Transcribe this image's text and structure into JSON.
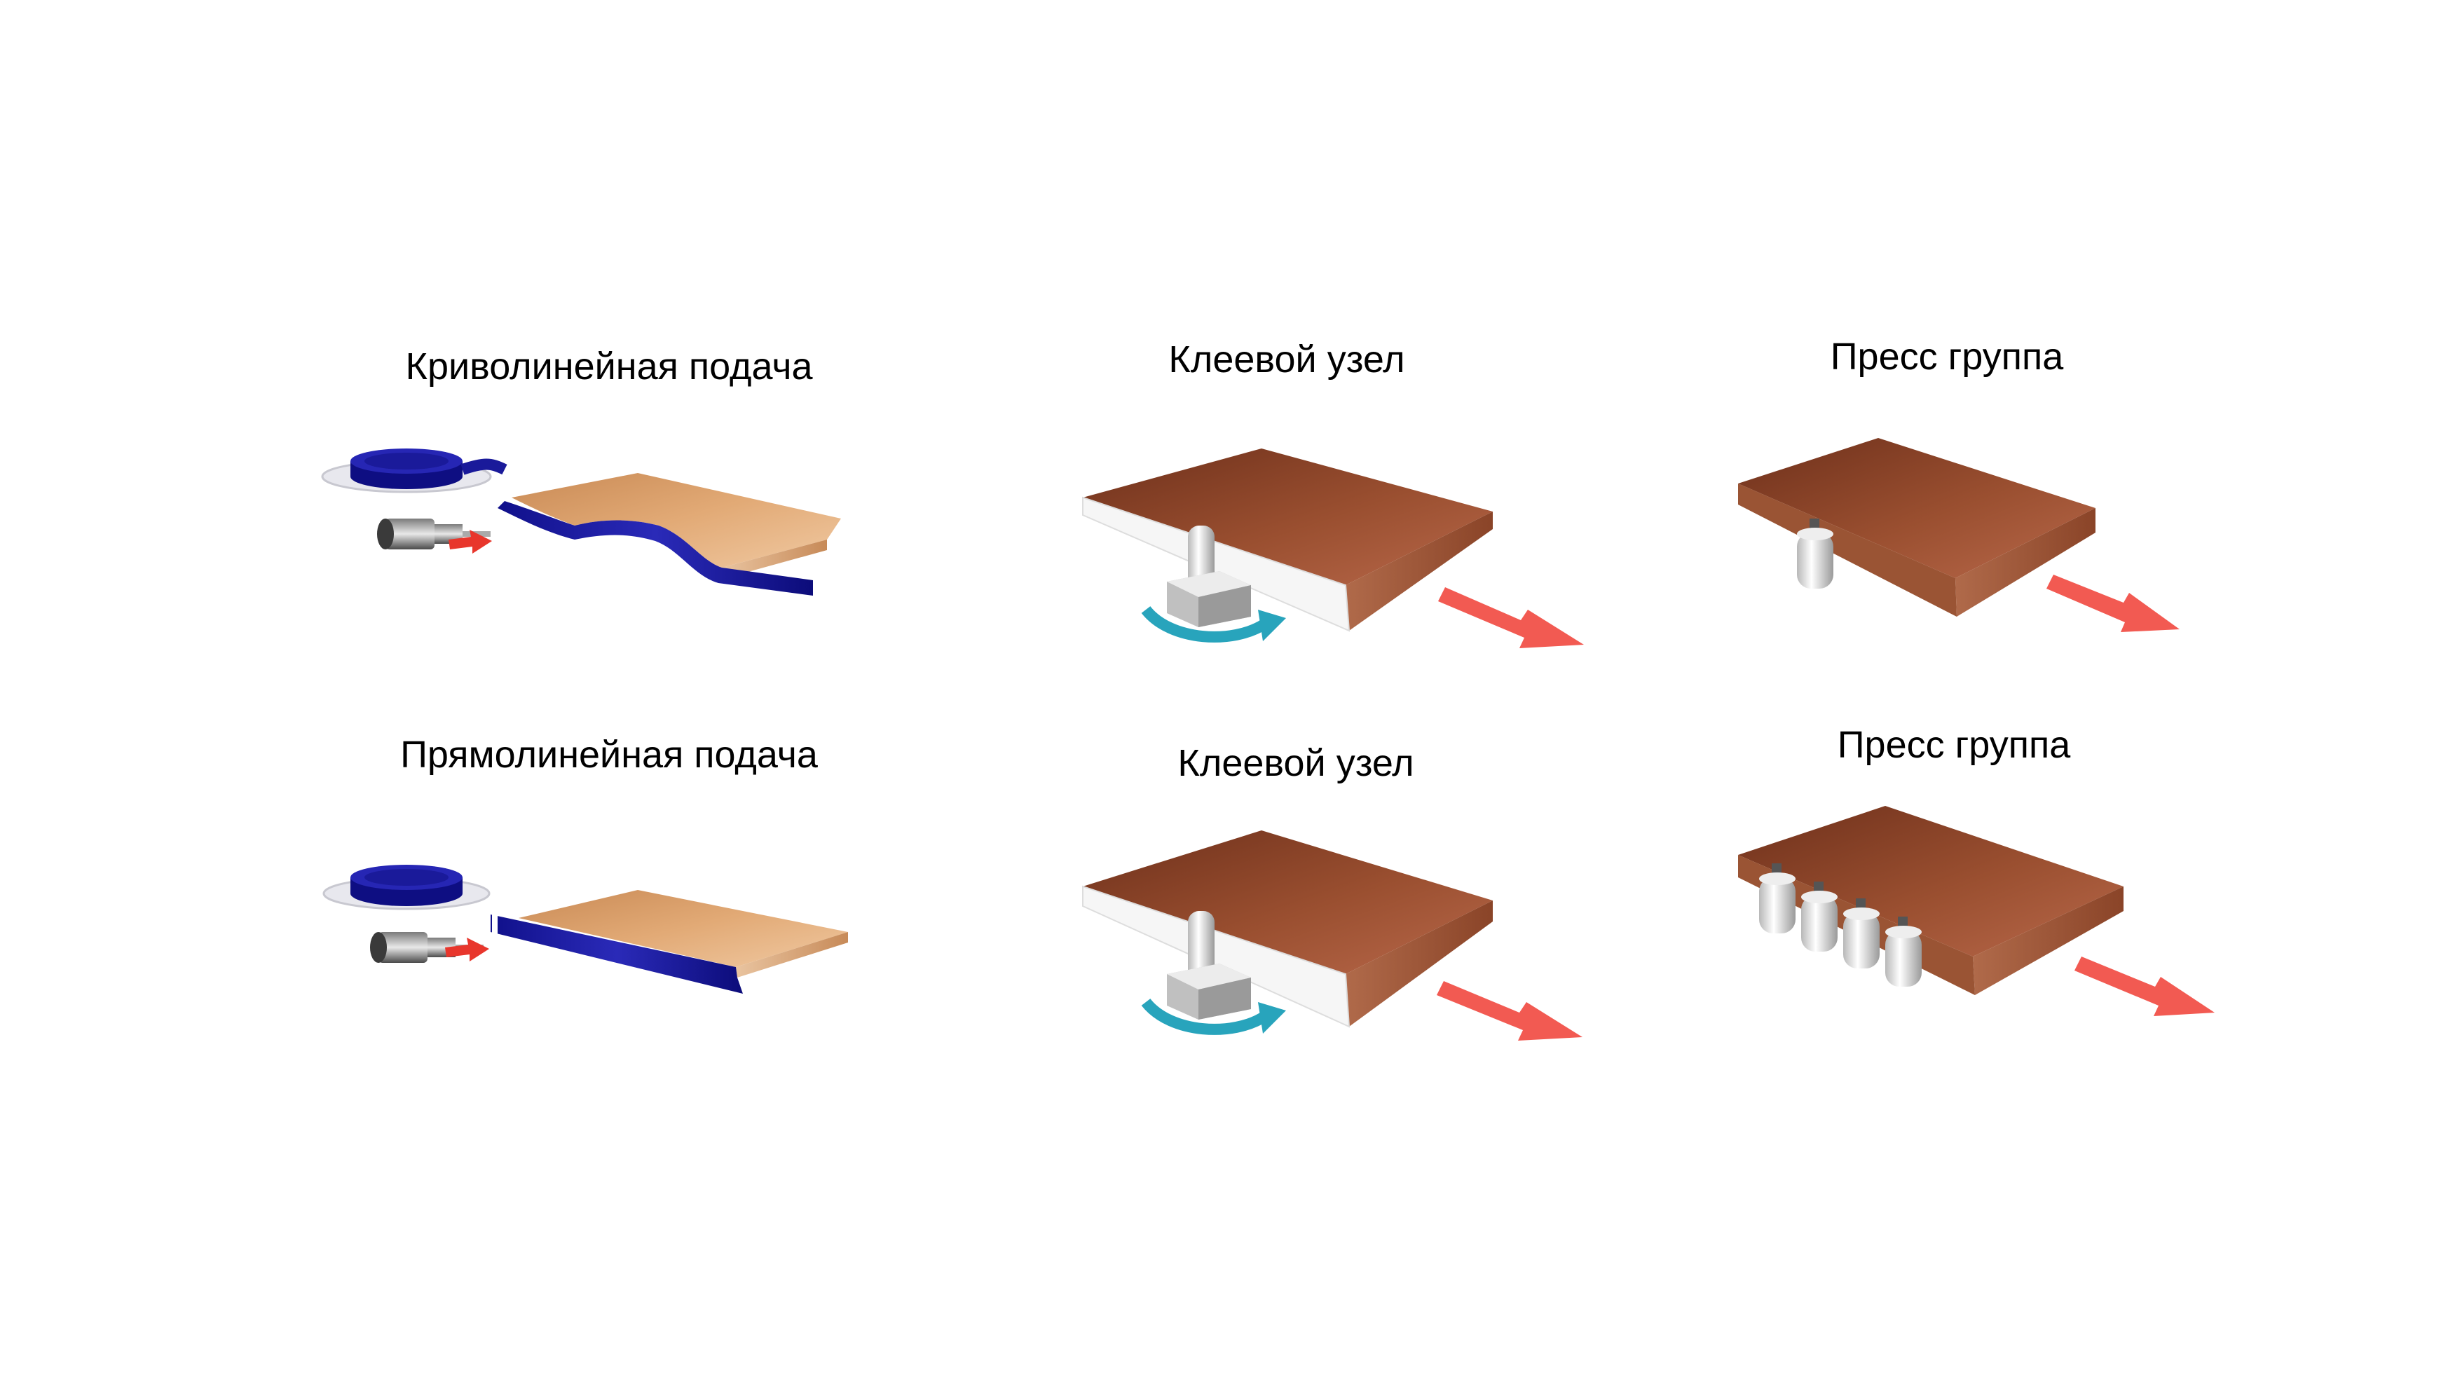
{
  "colors": {
    "edge_band": "#1a1a9a",
    "light_wood": "#d99d68",
    "dark_wood": "#8a4428",
    "feed_arrow": "#e8362c",
    "motion_arrow": "#f25a52",
    "rotation_arrow": "#28a4bc"
  },
  "icons": {
    "edge_roll": "edge-band-roll-icon",
    "feed_cylinder": "pneumatic-cylinder-icon",
    "glue_roller": "glue-roller-icon",
    "press_roller": "press-roller-icon",
    "arrow": "arrow-icon"
  },
  "rows": [
    {
      "feed_label": "Криволинейная подача",
      "glue_label": "Клеевой узел",
      "press_label": "Пресс группа",
      "press_roller_count": 1
    },
    {
      "feed_label": "Прямолинейная подача",
      "glue_label": "Клеевой узел",
      "press_label": "Пресс группа",
      "press_roller_count": 4
    }
  ]
}
